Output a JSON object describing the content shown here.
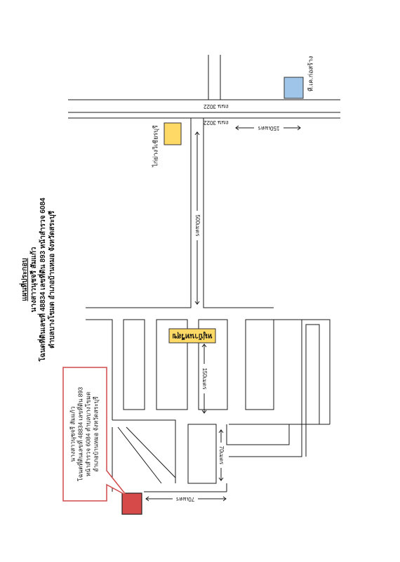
{
  "title": {
    "heading": "แผนที่ประกอบ",
    "line1": "นางสาวนุชจรี สัมแก้ว",
    "line2": "โฉนดที่ดินเลขที่ 48834 เลขที่ดิน 893 หน้าสำรวจ 6084",
    "line3": "ตำบลบางโขมด อำเภอบ้านหมอ จังหวัดสระบุรี"
  },
  "callout": {
    "line1": "นางสาวนุชจรี สัมแก้ว",
    "line2": "โฉนดที่ดินเลขที่ 48834 เลขที่ดิน 893",
    "line3": "หน้าสำรวจ 6084 ตำบลบางโขมด",
    "line4": "อำเภอบ้านหมอ จังหวัดสระบุรี"
  },
  "roads": {
    "road_top": "ถนน 3022",
    "road_bottom": "ถนน 3022"
  },
  "landmarks": {
    "construction": "ที.เค.ก่อสร้าง",
    "chicken": "ไก่ย่างวิเชียรบุรี",
    "village": "หมู่บ้านทวีสุข"
  },
  "distances": {
    "d150_top": "150เมตร",
    "d500": "500เมตร",
    "d150_mid": "150เมตร",
    "d70_mid": "70เมตร",
    "d70_bottom": "70เมตร"
  },
  "colors": {
    "target": "#d64a4a",
    "construction": "#9fc5e8",
    "chicken": "#ffd966",
    "village": "#ffd966",
    "callout_border": "#d04a4a"
  }
}
